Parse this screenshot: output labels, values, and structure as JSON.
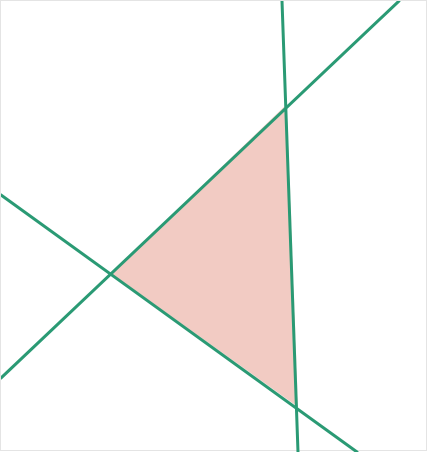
{
  "figure": {
    "background_color": "#ffffff",
    "line_color": "#2a9a74",
    "fill_color": "#f2cbc3",
    "lines": [
      {
        "id": "line-1"
      },
      {
        "id": "line-2"
      },
      {
        "id": "line-3"
      }
    ],
    "shaded_region": {
      "shape": "triangle"
    }
  }
}
